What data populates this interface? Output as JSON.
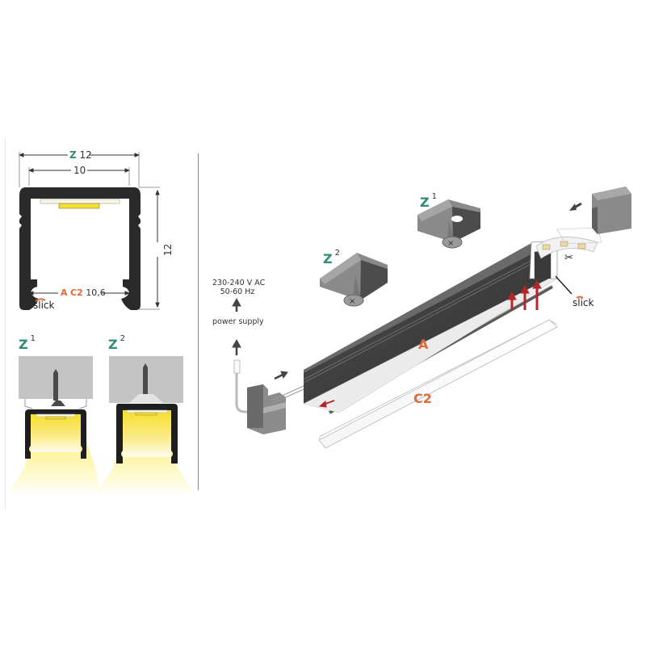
{
  "cross_section": {
    "outer_width_prefix": "Z",
    "outer_width": "12",
    "inner_width": "10",
    "height": "12",
    "opening_prefix_a": "A",
    "opening_prefix_c2": "C2",
    "opening_width": "10,6",
    "slick_label": "slick"
  },
  "mounting_views": [
    {
      "label": "Z",
      "superscript": "1"
    },
    {
      "label": "Z",
      "superscript": "2"
    }
  ],
  "assembly": {
    "clip_z1": {
      "label": "Z",
      "superscript": "1"
    },
    "clip_z2": {
      "label": "Z",
      "superscript": "2"
    },
    "power_voltage": "230-240 V AC",
    "power_frequency": "50-60 Hz",
    "power_label": "power supply",
    "profile_label": "A",
    "cover_label": "C2",
    "slick_label": "slick"
  },
  "colors": {
    "teal": "#2e8b74",
    "orange": "#e06a3a",
    "profile_dark": "#3c3c3c",
    "led_yellow": "#f5e03a",
    "arrow_red": "#b3262a",
    "mount_gray": "#c4c4c4"
  }
}
